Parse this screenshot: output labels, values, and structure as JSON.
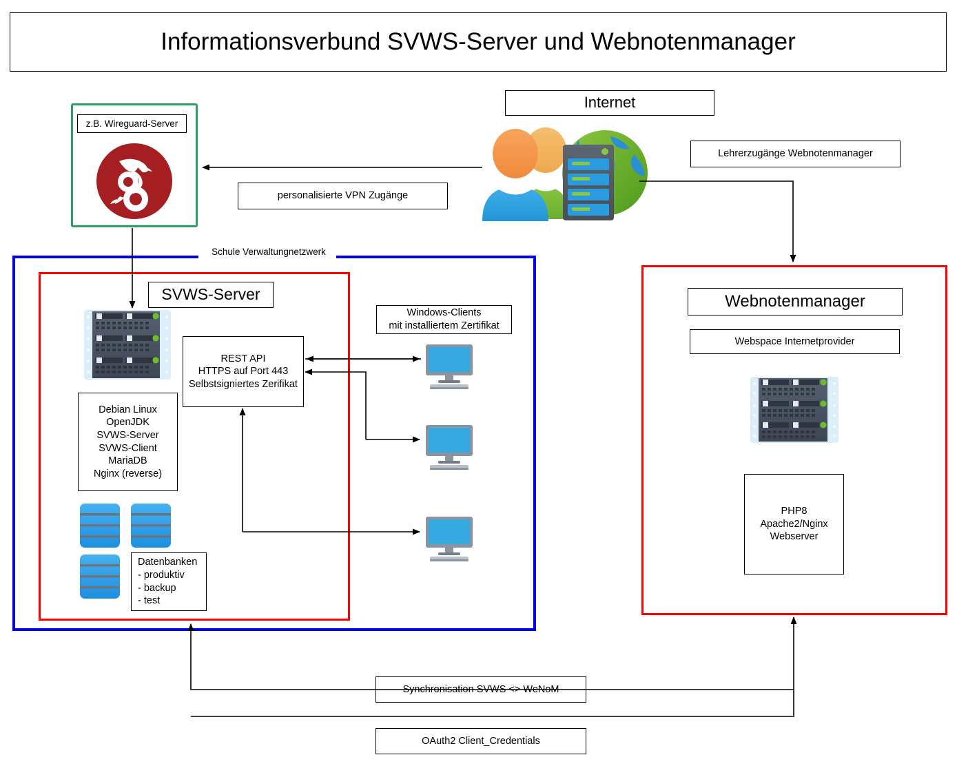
{
  "title": "Informationsverbund SVWS-Server und Webnotenmanager",
  "vpn": {
    "zone_label": "z.B. Wireguard-Server",
    "logo_icon": "wireguard-logo-icon",
    "access_label": "personalisierte VPN Zugänge"
  },
  "internet": {
    "title": "Internet",
    "users_icon": "users-group-icon",
    "server_icon": "server-rack-icon",
    "globe_icon": "globe-icon",
    "teacher_access_label": "Lehrerzugänge Webnotenmanager"
  },
  "school_network": {
    "label": "Schule Verwaltungnetzwerk",
    "border_color": "#0000E6"
  },
  "svws": {
    "title": "SVWS-Server",
    "border_color": "#FF0000",
    "rack_icon": "server-rack-icon",
    "software_stack": [
      "Debian Linux",
      "OpenJDK",
      "SVWS-Server",
      "SVWS-Client",
      "MariaDB",
      "Nginx (reverse)"
    ],
    "rest_api": "REST API\nHTTPS auf Port 443\nSelbstsigniertes Zerifikat",
    "db_icon": "database-cylinder-icon",
    "db_label": "Datenbanken\n- produktiv\n- backup\n- test"
  },
  "clients": {
    "label": "Windows-Clients\nmit installiertem Zertifikat",
    "monitor_icon": "desktop-monitor-icon",
    "count": 3
  },
  "wenom": {
    "title": "Webnotenmanager",
    "border_color": "#FF0000",
    "webspace_label": "Webspace Internetprovider",
    "rack_icon": "server-rack-icon",
    "stack_label": "PHP8\nApache2/Nginx\nWebserver"
  },
  "bottom": {
    "sync_label": "Synchronisation SVWS <> WeNoM",
    "oauth_label": "OAuth2 Client_Credentials"
  },
  "colors": {
    "vpn_green": "#2E9E61",
    "network_blue": "#0000E6",
    "zone_red": "#FF0000",
    "wireguard_red": "#A41E22",
    "db_blue": "#2196F3",
    "screen_blue": "#36A9E1"
  }
}
